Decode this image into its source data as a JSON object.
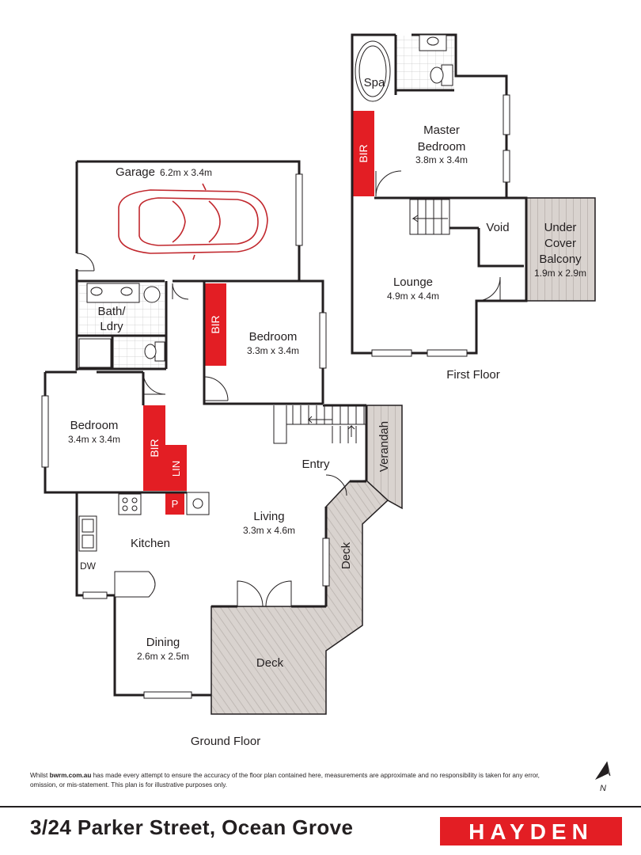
{
  "rooms": {
    "garage": {
      "label": "Garage",
      "size": "6.2m x 3.4m"
    },
    "bath_ldry": {
      "line1": "Bath/",
      "line2": "Ldry"
    },
    "bedroom_a": {
      "label": "Bedroom",
      "size": "3.3m x 3.4m"
    },
    "bedroom_b": {
      "label": "Bedroom",
      "size": "3.4m x 3.4m"
    },
    "kitchen": {
      "label": "Kitchen",
      "dw": "DW"
    },
    "living": {
      "label": "Living",
      "size": "3.3m x 4.6m"
    },
    "entry": {
      "label": "Entry"
    },
    "verandah": {
      "label": "Verandah"
    },
    "deck_side": {
      "label": "Deck"
    },
    "deck_main": {
      "label": "Deck"
    },
    "dining": {
      "label": "Dining",
      "size": "2.6m x 2.5m"
    },
    "bir_ground_a": {
      "label": "BIR"
    },
    "bir_ground_b": {
      "label": "BIR"
    },
    "lin": {
      "label": "LIN"
    },
    "pantry": {
      "label": "P"
    },
    "spa": {
      "label": "Spa"
    },
    "master": {
      "line1": "Master",
      "line2": "Bedroom",
      "size": "3.8m x 3.4m"
    },
    "bir_first": {
      "label": "BIR"
    },
    "void": {
      "label": "Void"
    },
    "balcony": {
      "line1": "Under",
      "line2": "Cover",
      "line3": "Balcony",
      "size": "1.9m x 2.9m"
    },
    "lounge": {
      "label": "Lounge",
      "size": "4.9m x 4.4m"
    }
  },
  "floors": {
    "first": "First Floor",
    "ground": "Ground Floor"
  },
  "compass": {
    "letter": "N"
  },
  "disclaimer": {
    "prefix": "Whilst ",
    "site": "bwrm.com.au",
    "line1_rest": " has made every attempt to ensure the accuracy of the floor plan contained here, measurements are approximate and no responsibility is taken for any error,",
    "line2": "omission, or mis-statement. This plan is for illustrative purposes only."
  },
  "footer": {
    "address": "3/24 Parker Street, Ocean Grove",
    "brand": "HAYDEN"
  },
  "colors": {
    "accent_red": "#e31e24",
    "deck_fill": "#d9d3cf",
    "car_outline": "#c1272d",
    "wall": "#231f20"
  }
}
